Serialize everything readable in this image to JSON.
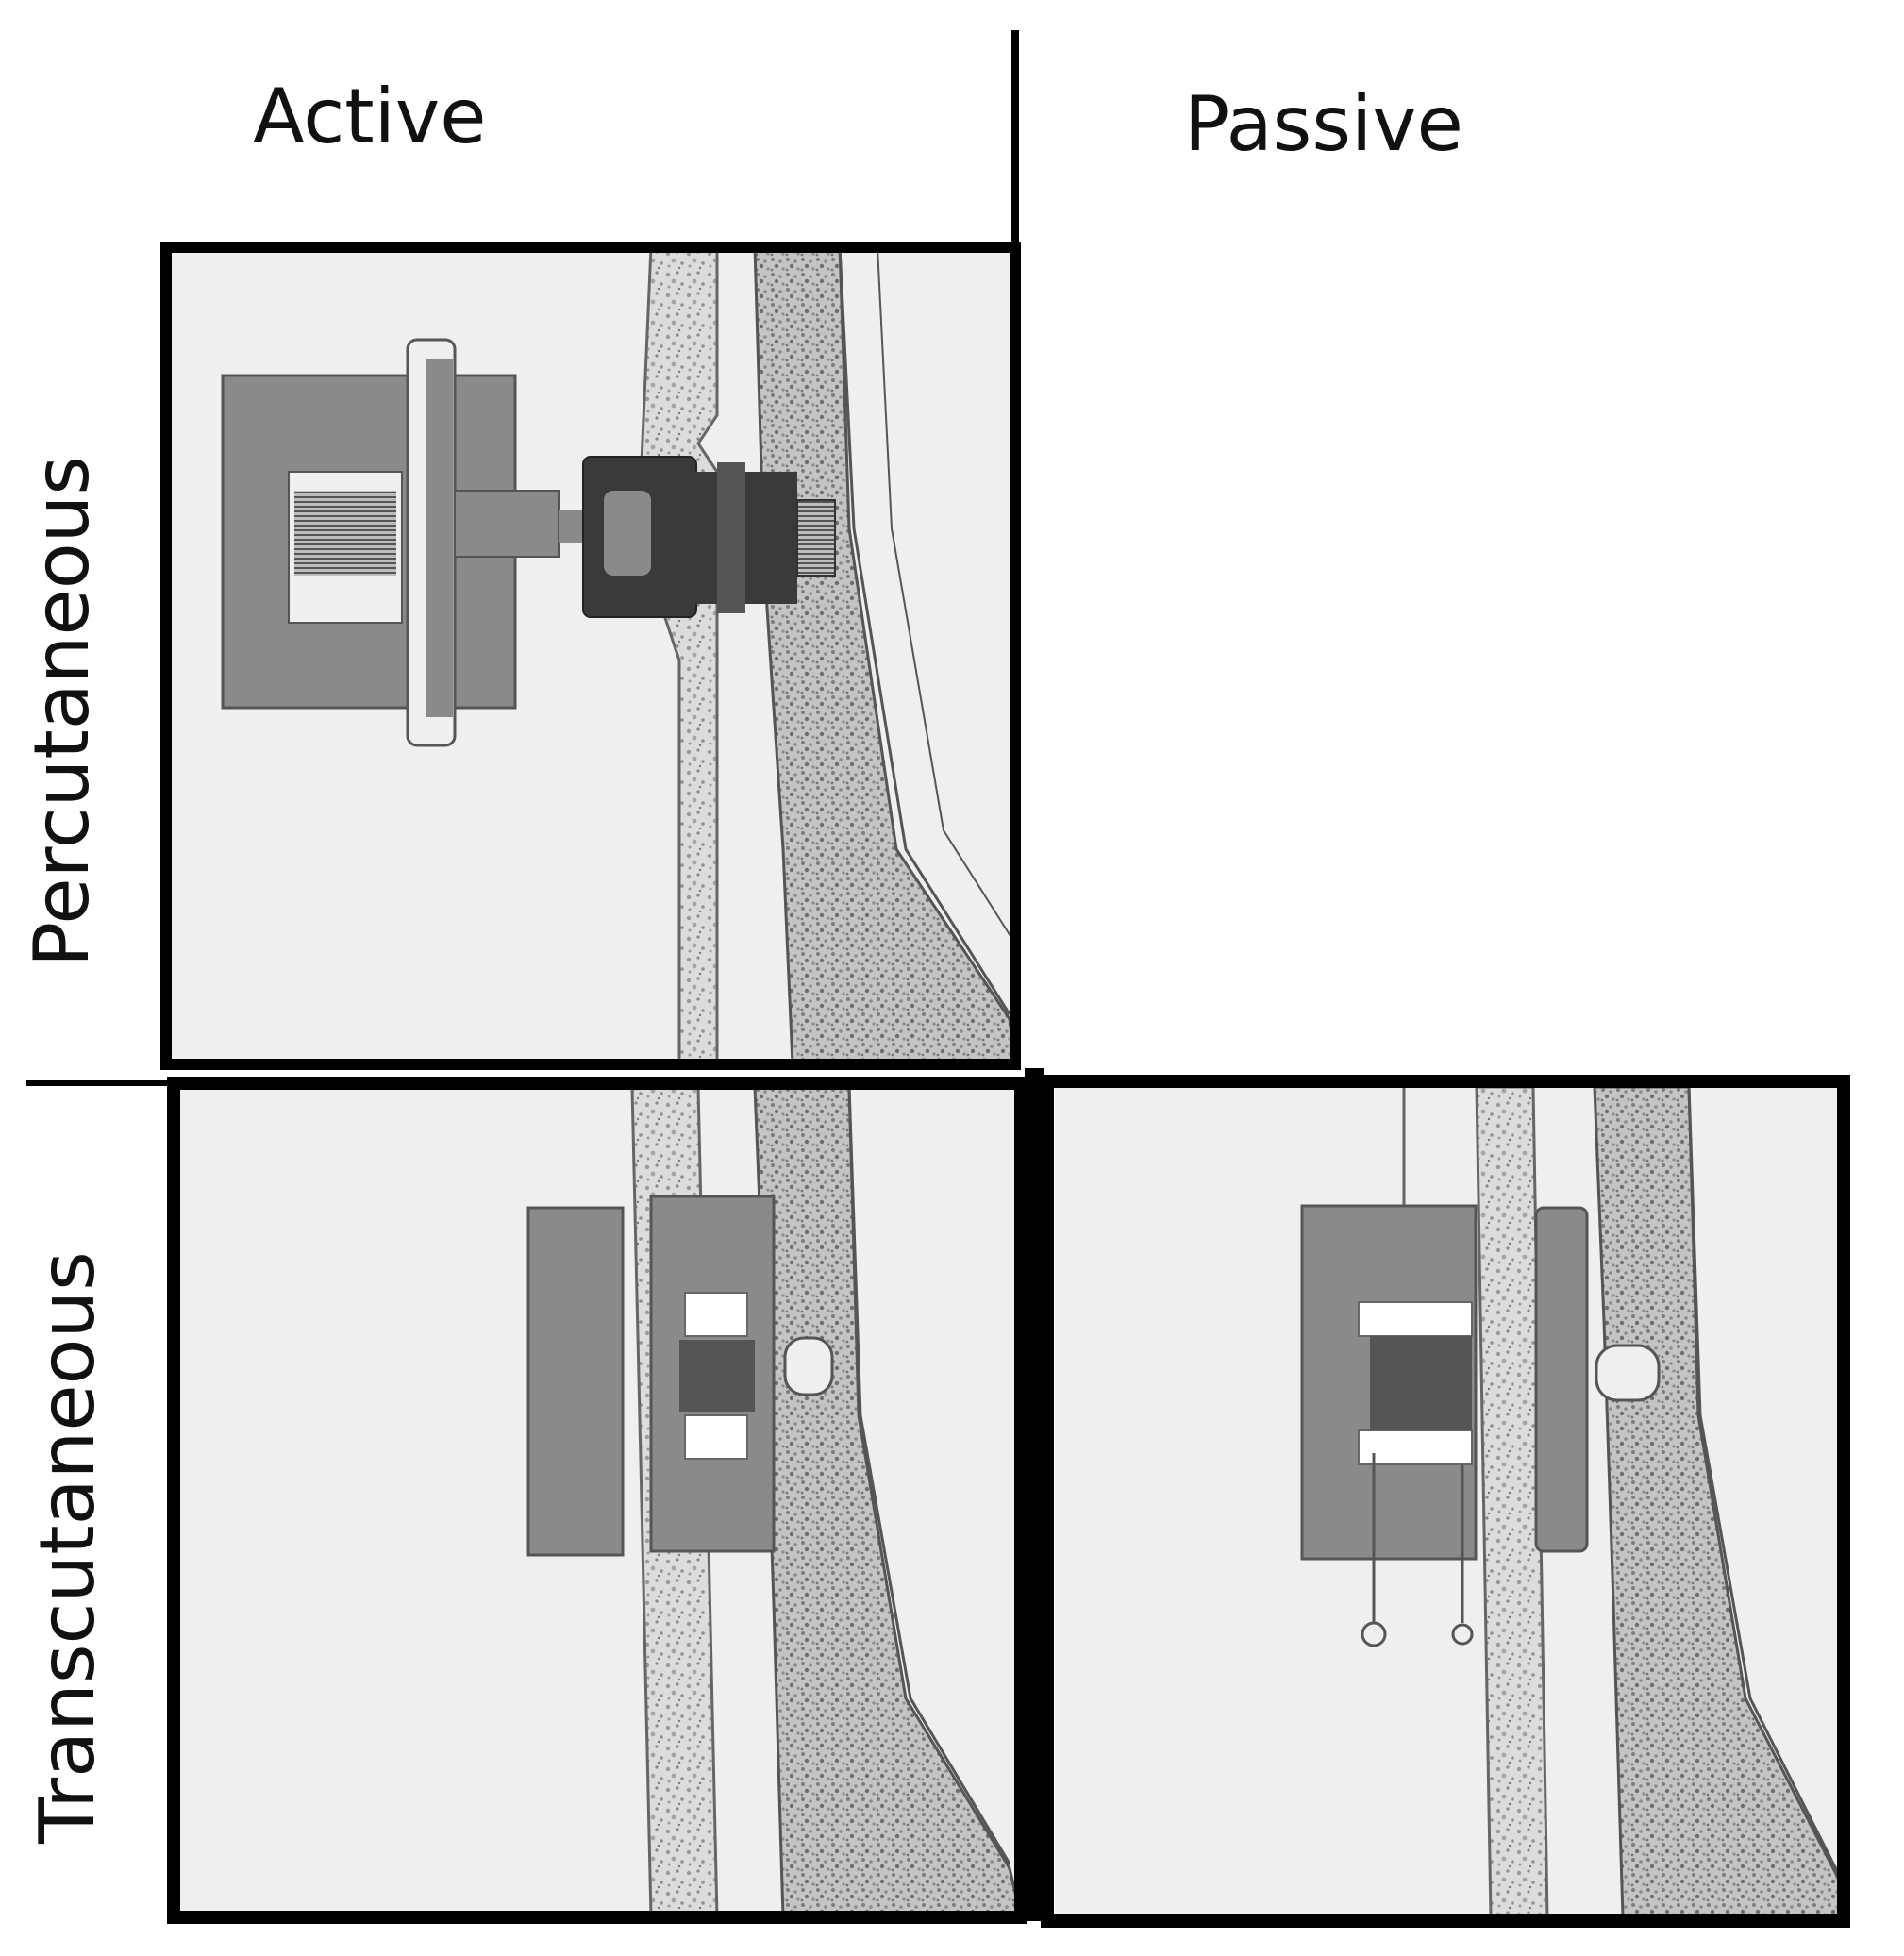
{
  "columns": {
    "active": "Active",
    "passive": "Passive"
  },
  "rows": {
    "percutaneous": "Percutaneous",
    "transcutaneous": "Transcutaneous"
  },
  "colors": {
    "panel_bg": "#efefef",
    "frame": "#000000",
    "device_gray": "#8a8a8a",
    "device_dark": "#3a3a3a",
    "bone_speckle": "#9a9a9a",
    "tissue_line": "#555555"
  }
}
